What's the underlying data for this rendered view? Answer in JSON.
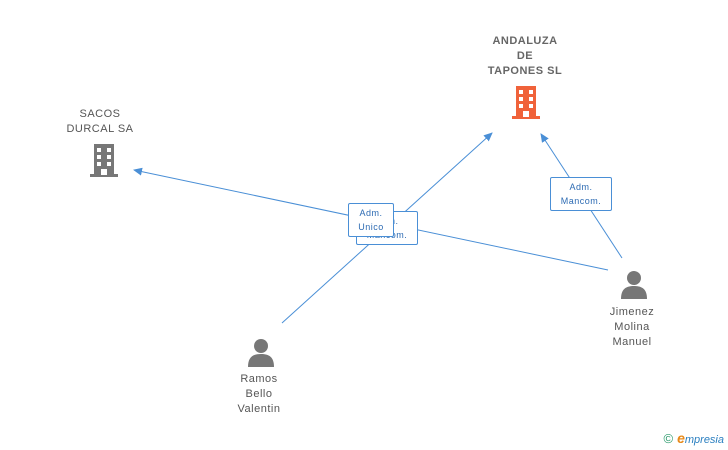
{
  "nodes": {
    "andaluza": {
      "lines": [
        "ANDALUZA",
        "DE",
        "TAPONES SL"
      ],
      "color": "#f0623a",
      "icon": "building-icon"
    },
    "sacos": {
      "lines": [
        "SACOS",
        "DURCAL SA"
      ],
      "color": "#777777",
      "icon": "building-icon"
    },
    "ramos": {
      "lines": [
        "Ramos",
        "Bello",
        "Valentin"
      ],
      "color": "#777777",
      "icon": "person-icon"
    },
    "jimenez": {
      "lines": [
        "Jimenez",
        "Molina",
        "Manuel"
      ],
      "color": "#777777",
      "icon": "person-icon"
    }
  },
  "edge_labels": {
    "adm_unico": {
      "lines": [
        "Adm.",
        "Unico"
      ]
    },
    "adm_mancom_left": {
      "lines": [
        "Adm.",
        "Mancom."
      ]
    },
    "adm_mancom_right": {
      "lines": [
        "Adm.",
        "Mancom."
      ]
    }
  },
  "edge_color": "#4a8fd6",
  "watermark": {
    "symbol": "©",
    "brand_first": "e",
    "brand_rest": "mpresia"
  }
}
